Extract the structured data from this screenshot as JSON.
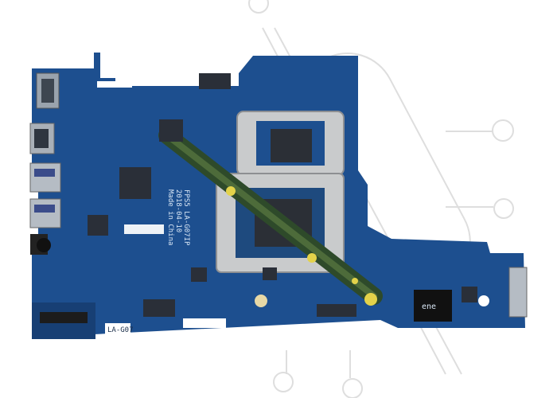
{
  "photo": {
    "subject": "laptop-motherboard",
    "colors": {
      "pcb": "#1d4f8f",
      "pcb_dark": "#173f74",
      "heatsink_bracket": "#c8c8c8",
      "heatpipe": "#2e4a2a",
      "background": "#ffffff",
      "watermark": "#dcdcdc"
    }
  },
  "silkscreen": {
    "board_line_1": "FPS5 LA-G07IP",
    "board_line_2": "2018-04-10",
    "board_line_3": "Made in China",
    "edge_label": "LA-G07",
    "chip_label": "ene"
  }
}
